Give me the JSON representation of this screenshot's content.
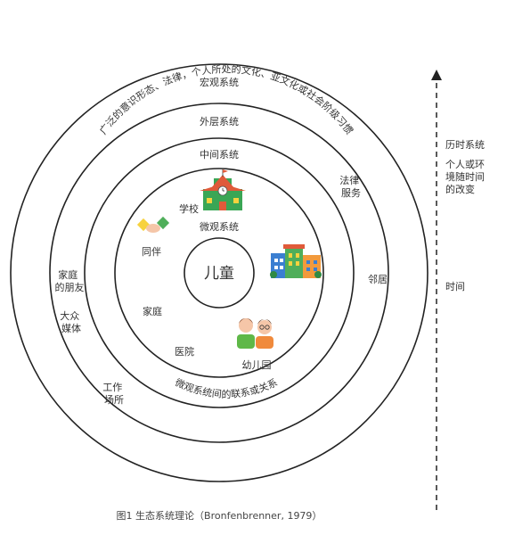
{
  "rings": {
    "macro": {
      "title": "宏观系统",
      "arc_text": "广泛的意识形态、法律，个人所处的文化、亚文化或社会阶级习惯"
    },
    "exo": {
      "title": "外层系统",
      "items": {
        "law_services": [
          "法律",
          "服务"
        ],
        "neighbors": "邻居",
        "family_friends": [
          "家庭",
          "的朋友"
        ],
        "mass_media": [
          "大众",
          "媒体"
        ],
        "workplace": [
          "工作",
          "场所"
        ]
      }
    },
    "meso": {
      "title": "中间系统",
      "arc_text": "微观系统间的联系或关系"
    },
    "micro": {
      "title": "微观系统",
      "items": {
        "school": "学校",
        "peers": "同伴",
        "family": "家庭",
        "hospital": "医院",
        "kindergarten": "幼儿园"
      }
    },
    "center": "儿童"
  },
  "time_axis": {
    "chronosystem": "历时系统",
    "change_desc": [
      "个人或环",
      "境随时间",
      "的改变"
    ],
    "time": "时间"
  },
  "caption": "图1 生态系统理论（Bronfenbrenner, 1979）",
  "colors": {
    "ring": "#222222",
    "text": "#333333",
    "school_green": "#3aa655",
    "school_red": "#e05a3a",
    "building_orange": "#f29a3c",
    "building_blue": "#3b7fd1",
    "kid_green": "#5fb848",
    "kid_orange": "#f08a3c",
    "hand_yellow": "#f7d23e",
    "hand_green": "#4fae5a"
  }
}
